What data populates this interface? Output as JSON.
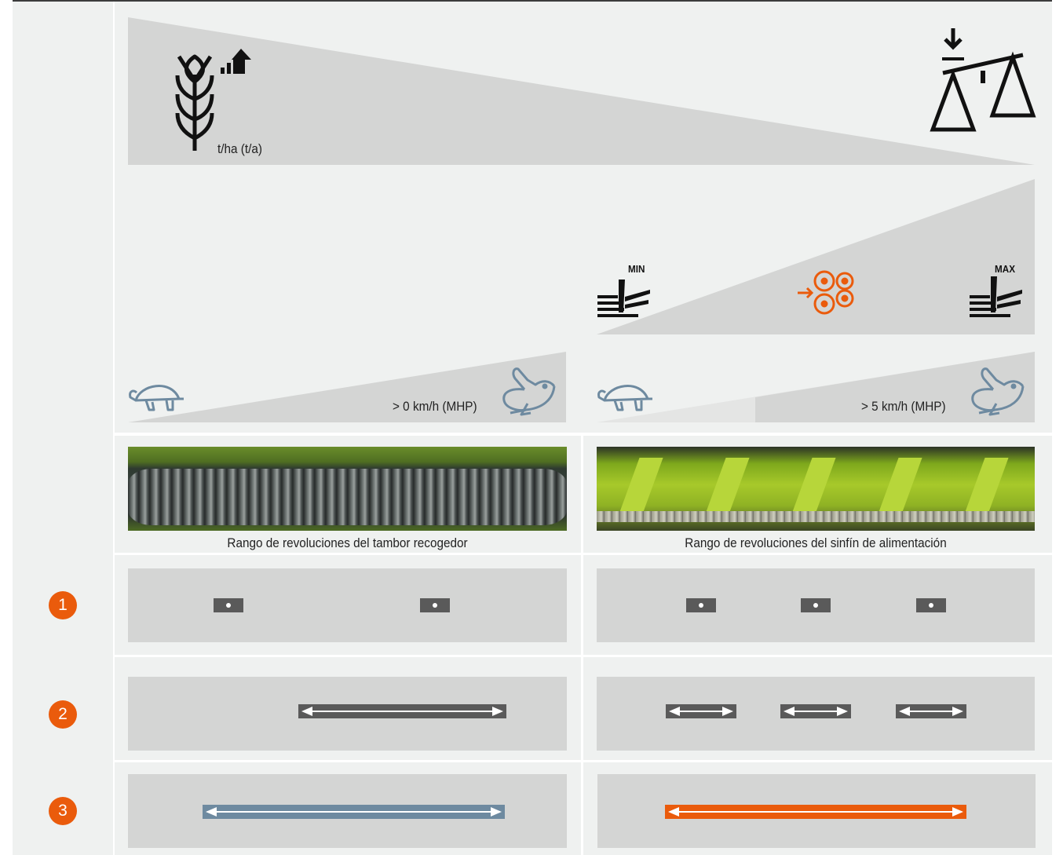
{
  "header": {
    "yield_label": "t/ha (t/a)",
    "min_label": "MIN",
    "max_label": "MAX"
  },
  "speed_rows": {
    "left_speed": "> 0 km/h (MHP)",
    "right_speed": "> 5 km/h (MHP)"
  },
  "captions": {
    "left": "Rango de revoluciones del tambor recogedor",
    "right": "Rango de revoluciones del sinfín de alimentación"
  },
  "rows": [
    {
      "number": "1",
      "left_dots": 2,
      "right_dots": 3
    },
    {
      "number": "2",
      "left_arrows": 1,
      "right_arrows": 3
    },
    {
      "number": "3",
      "left_arrows": 1,
      "right_arrows": 1
    }
  ],
  "colors": {
    "accent_orange": "#ea5b0c",
    "icon_blue_gray": "#6e8aa0",
    "panel_gray": "#d4d5d4",
    "bar_dark": "#5a5a5a"
  },
  "icons": [
    "wheat-yield-icon",
    "balance-scale-icon",
    "crop-flow-min-icon",
    "rollers-icon",
    "crop-flow-max-icon",
    "turtle-icon",
    "rabbit-icon"
  ]
}
